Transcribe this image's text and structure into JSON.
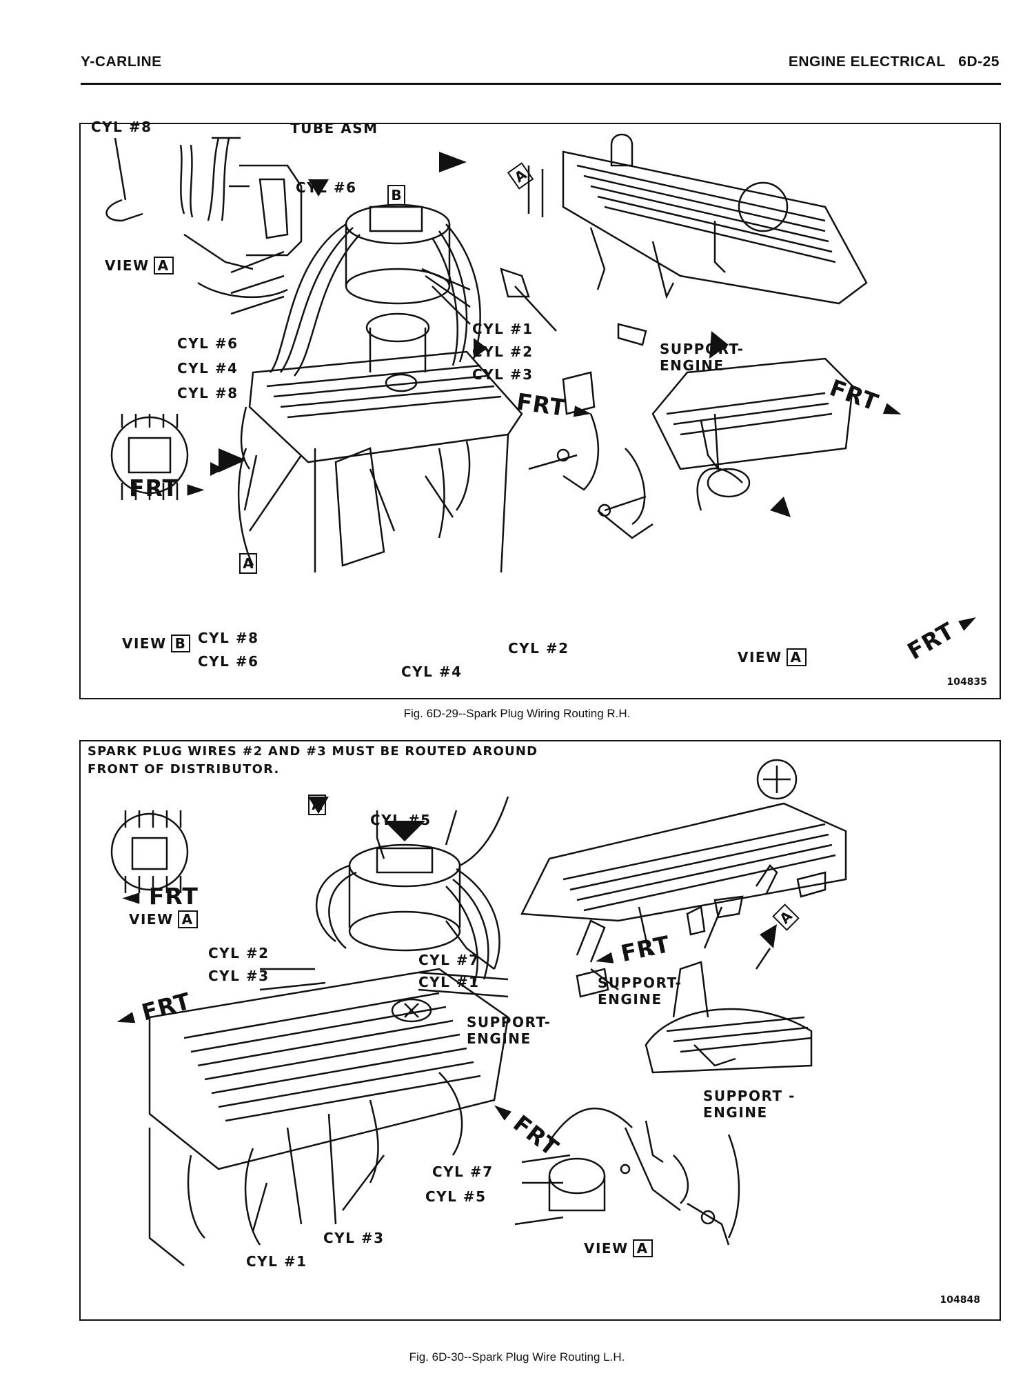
{
  "header": {
    "left": "Y-CARLINE",
    "right": "ENGINE ELECTRICAL   6D-25"
  },
  "figure1": {
    "caption": "Fig. 6D-29--Spark Plug Wiring Routing R.H.",
    "number": "104835",
    "labels": {
      "cyl8_top": "CYL #8",
      "tube_asm": "TUBE ASM",
      "cyl6_top": "CYL #6",
      "view_a_top": "VIEW",
      "view_a_top_box": "A",
      "cyl6_mid": "CYL #6",
      "cyl4_mid": "CYL #4",
      "cyl8_mid": "CYL #8",
      "cyl1_right": "CYL #1",
      "cyl2_right": "CYL #2",
      "cyl3_right": "CYL #3",
      "support_engine": "SUPPORT-\nENGINE",
      "frt_mid": "FRT",
      "frt_right": "FRT",
      "frt_left": "FRT",
      "view_b": "VIEW",
      "view_b_box": "B",
      "cyl8_bot": "CYL #8",
      "cyl6_bot": "CYL #6",
      "cyl4_bot": "CYL #4",
      "cyl2_bot": "CYL #2",
      "view_a_bot": "VIEW",
      "view_a_bot_box": "A",
      "frt_bot_right": "FRT",
      "box_b": "B",
      "box_a_left": "A",
      "box_a_top": "A"
    }
  },
  "figure2": {
    "caption": "Fig. 6D-30--Spark Plug Wire Routing L.H.",
    "number": "104848",
    "note": "SPARK PLUG WIRES #2 AND #3 MUST BE ROUTED AROUND FRONT OF DISTRIBUTOR.",
    "labels": {
      "box_a": "A",
      "cyl5_top": "CYL #5",
      "frt_left": "FRT",
      "view_a_left": "VIEW",
      "view_a_left_box": "A",
      "cyl2": "CYL #2",
      "cyl3": "CYL #3",
      "cyl7_right": "CYL #7",
      "cyl1_right": "CYL #1",
      "frt_left_lower": "FRT",
      "frt_mid": "FRT",
      "support_engine_1": "SUPPORT-\nENGINE",
      "support_engine_2": "SUPPORT-\nENGINE",
      "support_engine_3": "SUPPORT -\nENGINE",
      "frt_lower_right": "FRT",
      "cyl7_bot": "CYL #7",
      "cyl5_bot": "CYL #5",
      "cyl3_bot": "CYL #3",
      "cyl1_bot": "CYL #1",
      "view_a_bot": "VIEW",
      "view_a_bot_box": "A",
      "box_a_right": "A"
    }
  }
}
